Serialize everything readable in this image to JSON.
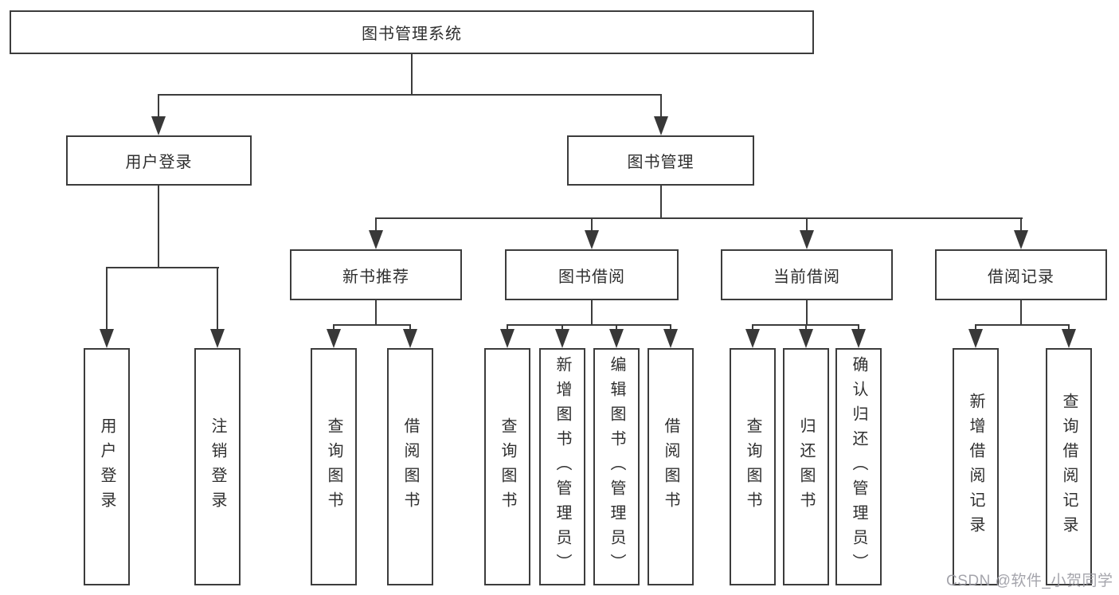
{
  "tree": {
    "root": "图书管理系统",
    "branches": [
      {
        "label": "用户登录",
        "leaves": [
          "用户登录",
          "注销登录"
        ]
      },
      {
        "label": "图书管理",
        "groups": [
          {
            "label": "新书推荐",
            "leaves": [
              "查询图书",
              "借阅图书"
            ]
          },
          {
            "label": "图书借阅",
            "leaves": [
              "查询图书",
              "新增图书（管理员）",
              "编辑图书（管理员）",
              "借阅图书"
            ]
          },
          {
            "label": "当前借阅",
            "leaves": [
              "查询图书",
              "归还图书",
              "确认归还（管理员）"
            ]
          },
          {
            "label": "借阅记录",
            "leaves": [
              "新增借阅记录",
              "查询借阅记录"
            ]
          }
        ]
      }
    ]
  },
  "watermark": {
    "text": "CSDN @软件_小贺同学",
    "color": "#9b9ba3"
  },
  "colors": {
    "line": "#3c3c3c",
    "text": "#2f2f2f",
    "background": "#ffffff"
  }
}
